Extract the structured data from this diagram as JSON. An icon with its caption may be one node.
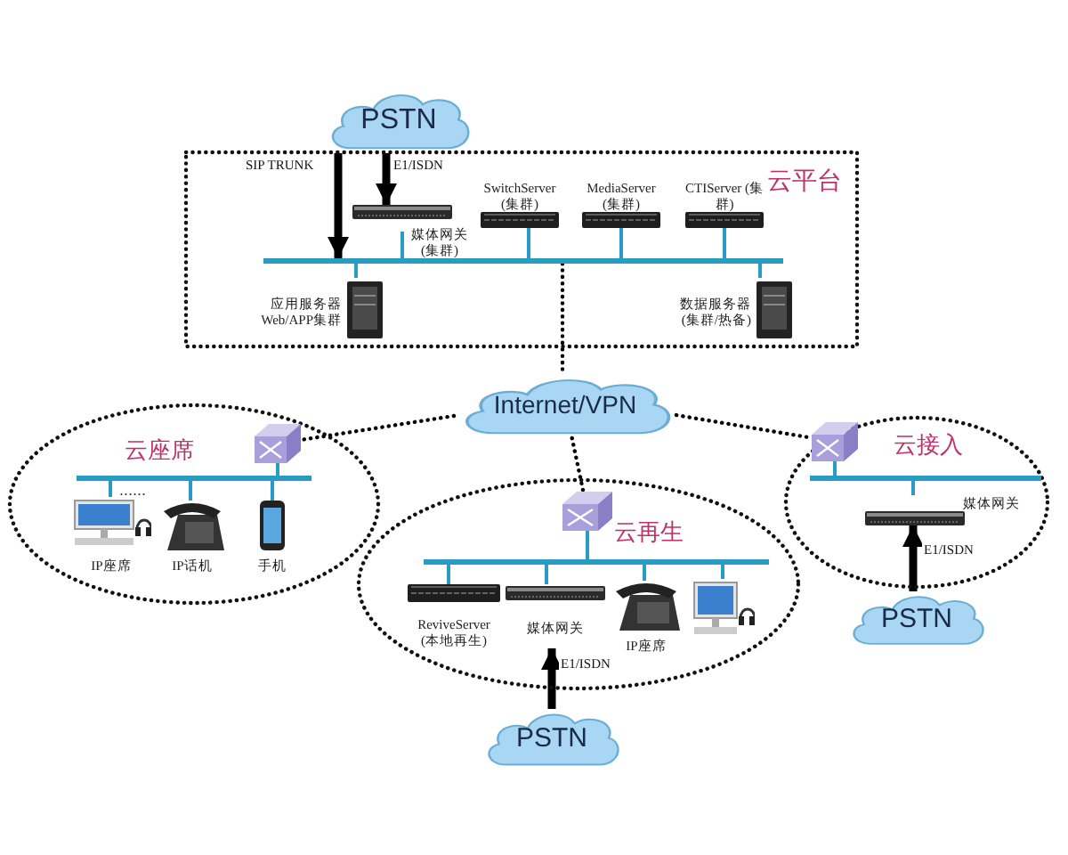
{
  "diagram": {
    "nodes": [
      {
        "text": [
          "PSTN"
        ]
      },
      {
        "text": [
          "云平台"
        ]
      },
      {
        "text": [],
        "shape": "box",
        "beside": [
          "媒体网关 (集群)"
        ],
        "in": 1
      },
      {
        "text": [
          "SwitchServer (集群)"
        ],
        "in": 1
      },
      {
        "text": [
          "MediaServer (集群)"
        ],
        "in": 1
      },
      {
        "text": [
          "CTIServer (集群)"
        ],
        "in": 1
      },
      {
        "text": [
          "应用服务器 Web/APP集群"
        ],
        "in": 1
      },
      {
        "text": [
          "数据服务器 (集群/热备)"
        ],
        "in": 1
      },
      {
        "text": [],
        "shape": "bar",
        "in": 1
      },
      {
        "text": [
          "Internet/VPN"
        ]
      },
      {
        "text": [
          "云座席"
        ]
      },
      {
        "text": [],
        "shape": "switch",
        "in": 10
      },
      {
        "text": [],
        "shape": "bar",
        "in": 10
      },
      {
        "text": [
          "IP座席"
        ],
        "in": 10
      },
      {
        "text": [
          "IP话机"
        ],
        "in": 10
      },
      {
        "text": [
          "手机"
        ],
        "in": 10
      },
      {
        "text": [
          "云再生"
        ]
      },
      {
        "text": [],
        "shape": "switch",
        "in": 16
      },
      {
        "text": [],
        "shape": "bar",
        "in": 16
      },
      {
        "text": [
          "ReviveServer (本地再生)"
        ],
        "in": 16
      },
      {
        "text": [
          "媒体网关"
        ],
        "in": 16
      },
      {
        "text": [
          "IP座席"
        ],
        "in": 16
      },
      {
        "text": [],
        "shape": "computer",
        "in": 16
      },
      {
        "text": [
          "云接入"
        ]
      },
      {
        "text": [],
        "shape": "switch",
        "in": 23
      },
      {
        "text": [],
        "shape": "bar",
        "in": 23
      },
      {
        "text": [
          "媒体网关"
        ],
        "in": 23
      },
      {
        "text": [
          "PSTN"
        ]
      },
      {
        "text": [
          "PSTN"
        ]
      }
    ],
    "edges": [
      {
        "from": 0,
        "to": 8,
        "arrow": "to",
        "label": "SIP TRUNK",
        "style": "thick",
        "color": "#000000"
      },
      {
        "from": 0,
        "to": 2,
        "arrow": "to",
        "label": "E1/ISDN",
        "style": "thick",
        "color": "#000000"
      },
      {
        "from": 8,
        "to": 2,
        "arrow": "none"
      },
      {
        "from": 8,
        "to": 3,
        "arrow": "none"
      },
      {
        "from": 8,
        "to": 4,
        "arrow": "none"
      },
      {
        "from": 8,
        "to": 5,
        "arrow": "none"
      },
      {
        "from": 8,
        "to": 6,
        "arrow": "none"
      },
      {
        "from": 8,
        "to": 7,
        "arrow": "none"
      },
      {
        "from": 8,
        "to": 9,
        "arrow": "none",
        "style": "dashed",
        "color": "#000000"
      },
      {
        "from": 9,
        "to": 11,
        "arrow": "none",
        "style": "dashed",
        "color": "#000000"
      },
      {
        "from": 9,
        "to": 17,
        "arrow": "none",
        "style": "dashed",
        "color": "#000000"
      },
      {
        "from": 9,
        "to": 24,
        "arrow": "none",
        "style": "dashed",
        "color": "#000000"
      },
      {
        "from": 11,
        "to": 12,
        "arrow": "none"
      },
      {
        "from": 12,
        "to": 13,
        "arrow": "none"
      },
      {
        "from": 12,
        "to": 14,
        "arrow": "none"
      },
      {
        "from": 12,
        "to": 15,
        "arrow": "none"
      },
      {
        "from": 17,
        "to": 18,
        "arrow": "none"
      },
      {
        "from": 18,
        "to": 19,
        "arrow": "none"
      },
      {
        "from": 18,
        "to": 20,
        "arrow": "none"
      },
      {
        "from": 18,
        "to": 21,
        "arrow": "none"
      },
      {
        "from": 18,
        "to": 22,
        "arrow": "none"
      },
      {
        "from": 24,
        "to": 25,
        "arrow": "none"
      },
      {
        "from": 25,
        "to": 26,
        "arrow": "none"
      },
      {
        "from": 27,
        "to": 20,
        "arrow": "to",
        "label": "E1/ISDN",
        "style": "thick",
        "color": "#000000"
      },
      {
        "from": 28,
        "to": 26,
        "arrow": "to",
        "label": "E1/ISDN",
        "style": "thick",
        "color": "#000000"
      }
    ],
    "labels": [
      "......"
    ]
  }
}
